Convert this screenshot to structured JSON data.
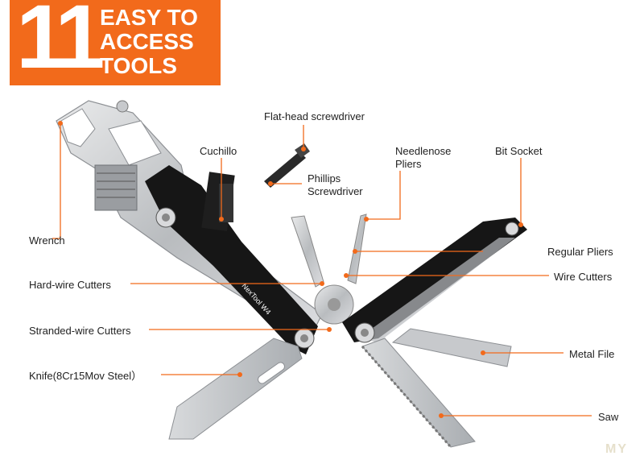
{
  "header": {
    "number": "11",
    "lines": [
      "EASY TO",
      "ACCESS",
      "TOOLS"
    ]
  },
  "colors": {
    "accent": "#f26a1b",
    "tool_black": "#161616",
    "steel": "#c9cbcd"
  },
  "labels": {
    "flathead": "Flat-head screwdriver",
    "cuchillo": "Cuchillo",
    "phillips_1": "Phillips",
    "phillips_2": "Screwdriver",
    "needlenose_1": "Needlenose",
    "needlenose_2": "Pliers",
    "bit_socket": "Bit Socket",
    "wrench": "Wrench",
    "regular_pliers": "Regular Pliers",
    "hard_wire": "Hard-wire Cutters",
    "wire_cutters": "Wire Cutters",
    "stranded_wire": "Stranded-wire Cutters",
    "metal_file": "Metal File",
    "knife": "Knife(8Cr15Mov Steel）",
    "saw": "Saw"
  },
  "brand": {
    "logo_text": "NexTool W4"
  },
  "watermark": "MY"
}
